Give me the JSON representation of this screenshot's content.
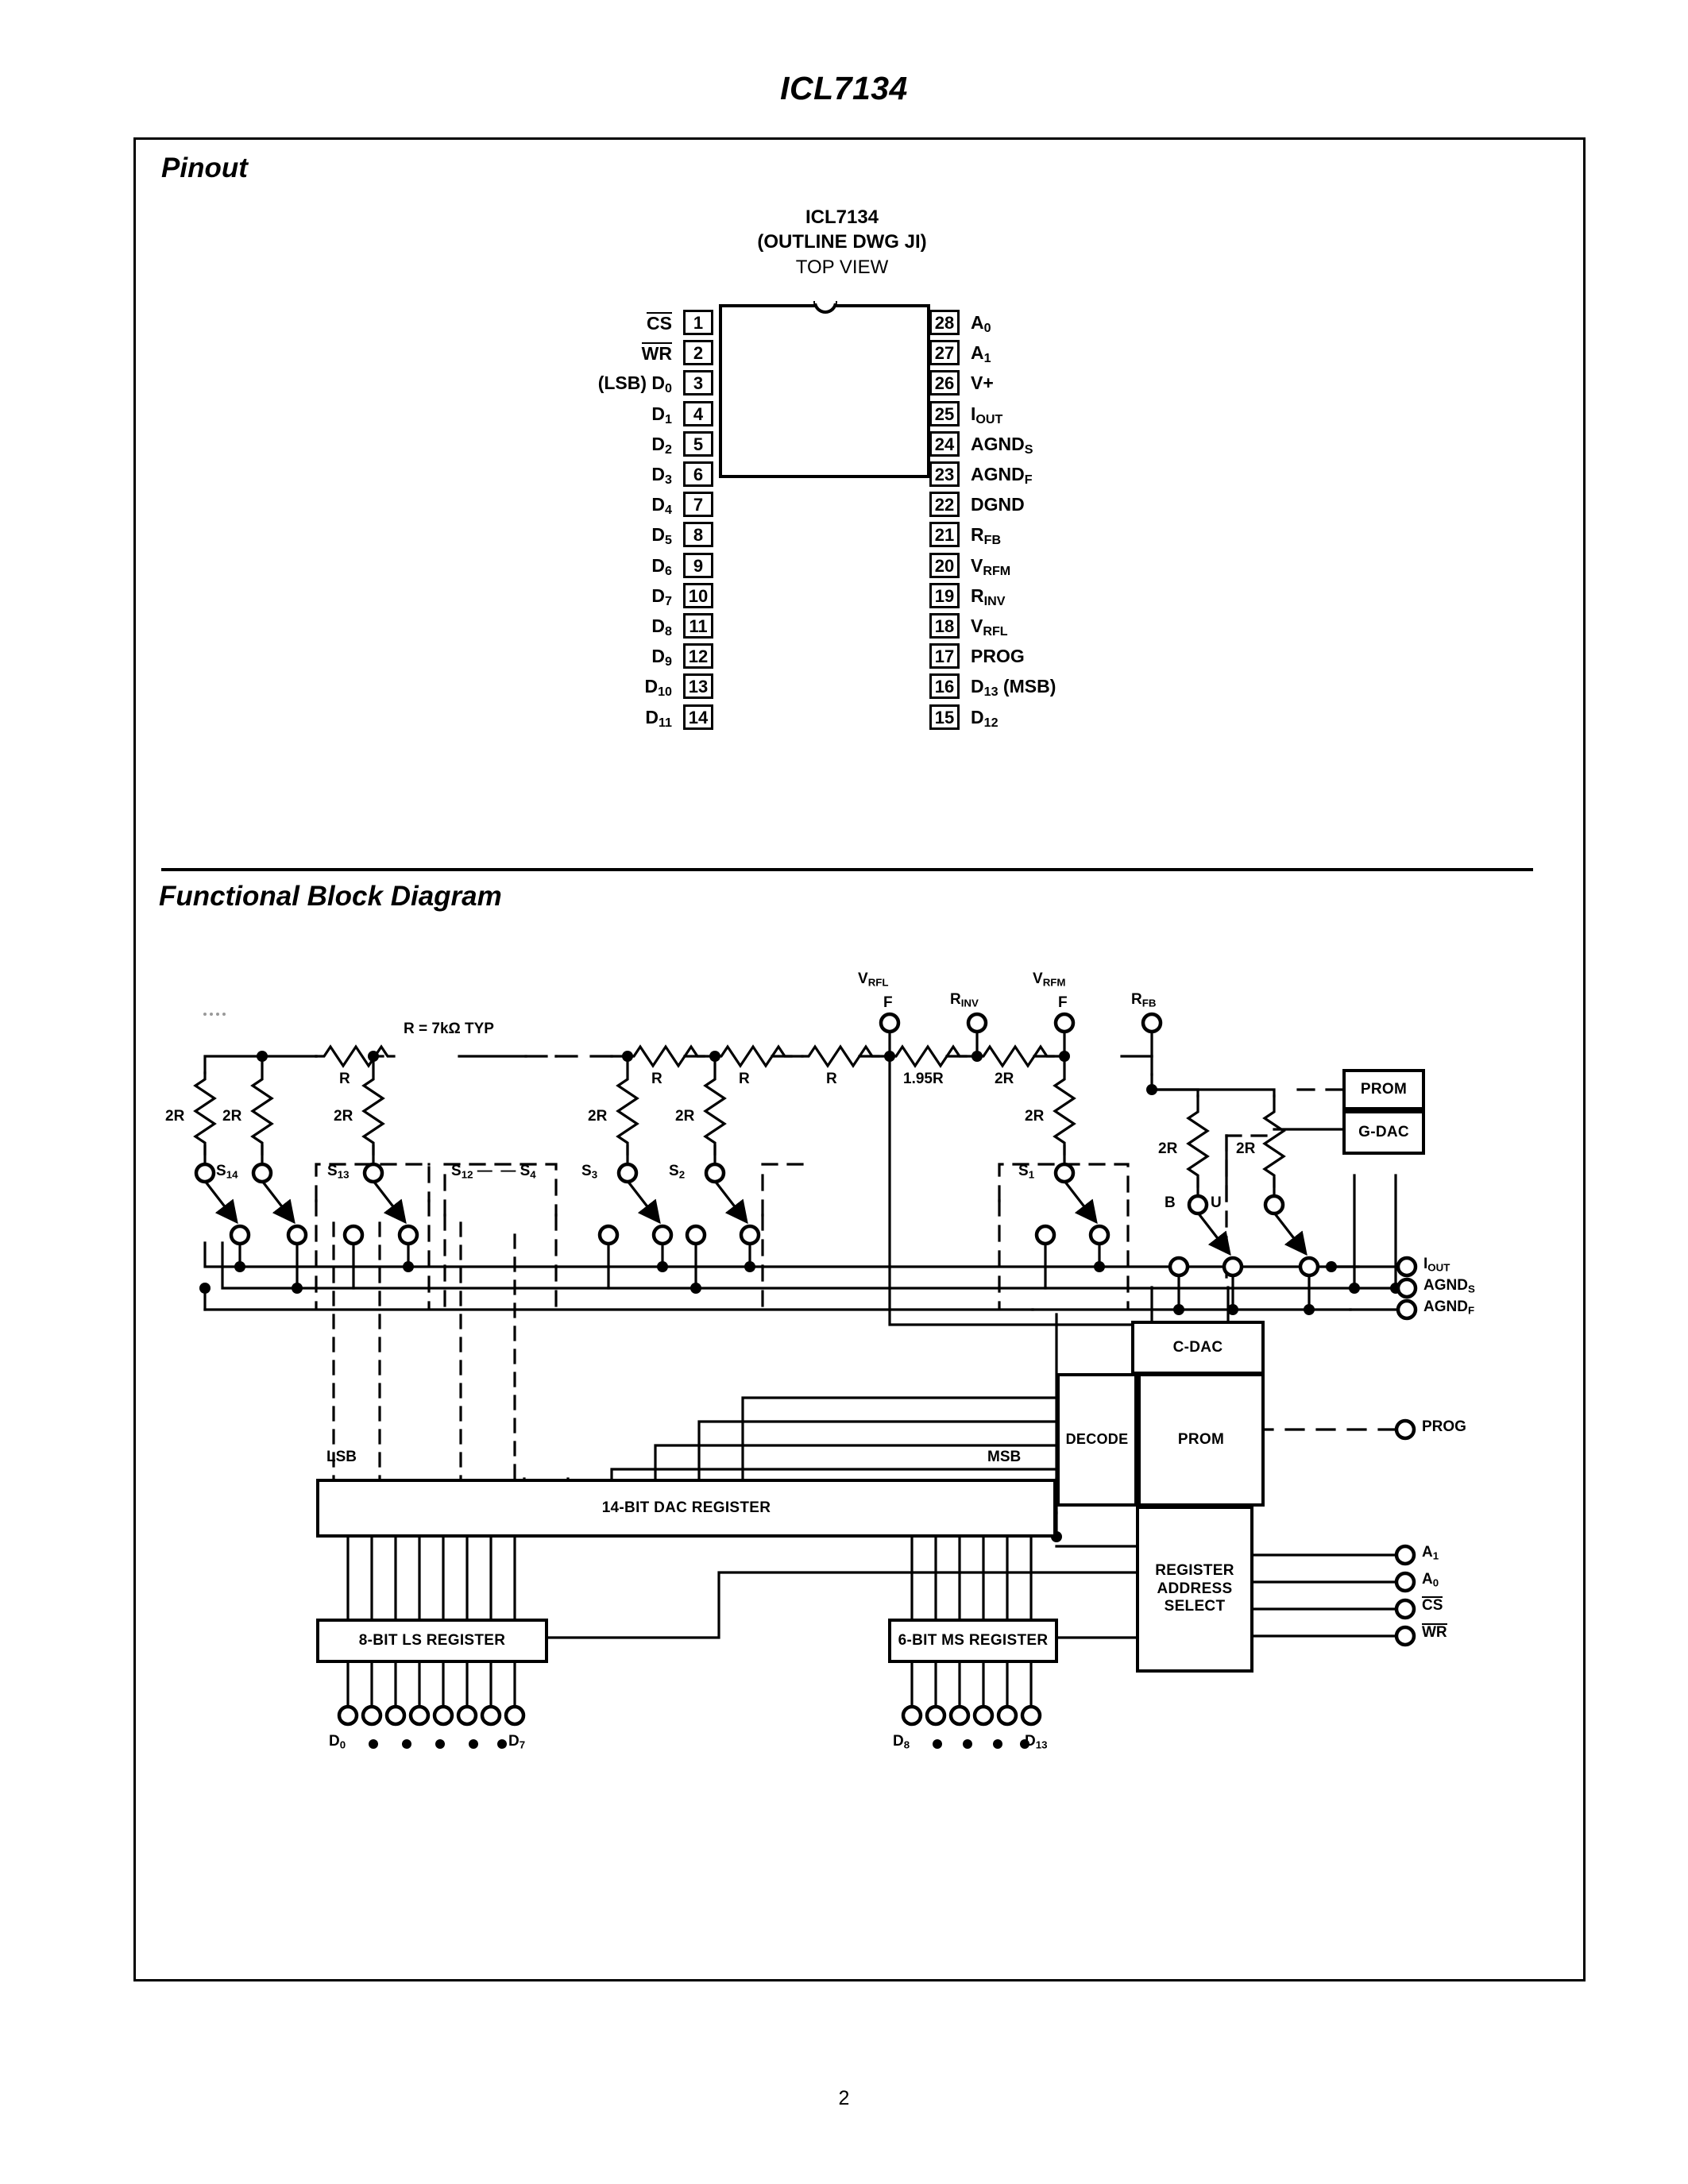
{
  "document": {
    "part_title": "ICL7134",
    "page_number": "2"
  },
  "sections": {
    "pinout": {
      "heading": "Pinout"
    },
    "block": {
      "heading": "Functional Block Diagram"
    }
  },
  "pinout": {
    "caption_line1": "ICL7134",
    "caption_line2": "(OUTLINE DWG JI)",
    "caption_line3": "TOP VIEW",
    "left_pins": [
      {
        "number": "1",
        "label": "CS",
        "overline": true,
        "prefix": ""
      },
      {
        "number": "2",
        "label": "WR",
        "overline": true,
        "prefix": ""
      },
      {
        "number": "3",
        "label": "D",
        "sub": "0",
        "prefix": "(LSB) "
      },
      {
        "number": "4",
        "label": "D",
        "sub": "1"
      },
      {
        "number": "5",
        "label": "D",
        "sub": "2"
      },
      {
        "number": "6",
        "label": "D",
        "sub": "3"
      },
      {
        "number": "7",
        "label": "D",
        "sub": "4"
      },
      {
        "number": "8",
        "label": "D",
        "sub": "5"
      },
      {
        "number": "9",
        "label": "D",
        "sub": "6"
      },
      {
        "number": "10",
        "label": "D",
        "sub": "7"
      },
      {
        "number": "11",
        "label": "D",
        "sub": "8"
      },
      {
        "number": "12",
        "label": "D",
        "sub": "9"
      },
      {
        "number": "13",
        "label": "D",
        "sub": "10"
      },
      {
        "number": "14",
        "label": "D",
        "sub": "11"
      }
    ],
    "right_pins": [
      {
        "number": "28",
        "label": "A",
        "sub": "0"
      },
      {
        "number": "27",
        "label": "A",
        "sub": "1"
      },
      {
        "number": "26",
        "label": "V+"
      },
      {
        "number": "25",
        "label": "I",
        "sub": "OUT"
      },
      {
        "number": "24",
        "label": "AGND",
        "sub": "S"
      },
      {
        "number": "23",
        "label": "AGND",
        "sub": "F"
      },
      {
        "number": "22",
        "label": "DGND"
      },
      {
        "number": "21",
        "label": "R",
        "sub": "FB"
      },
      {
        "number": "20",
        "label": "V",
        "sub": "RFM"
      },
      {
        "number": "19",
        "label": "R",
        "sub": "INV"
      },
      {
        "number": "18",
        "label": "V",
        "sub": "RFL"
      },
      {
        "number": "17",
        "label": "PROG"
      },
      {
        "number": "16",
        "label": "D",
        "sub": "13",
        "suffix": " (MSB)"
      },
      {
        "number": "15",
        "label": "D",
        "sub": "12"
      }
    ]
  },
  "block_diagram": {
    "ladder_note": "R = 7kΩ TYP",
    "resistors_r": [
      "R",
      "R",
      "R",
      "R"
    ],
    "resistors_2r": [
      "2R",
      "2R",
      "2R",
      "2R",
      "2R",
      "2R",
      "2R",
      "2R"
    ],
    "resistor_195r": "1.95R",
    "switches": [
      "S14",
      "S13",
      "S12",
      "S4",
      "S3",
      "S2",
      "S1"
    ],
    "switch_ellipsis": "S12 —  — S4",
    "bipolar_labels": {
      "b": "B",
      "u": "U"
    },
    "ref_pins": [
      {
        "name": "VRFL",
        "base": "V",
        "sub": "RFL",
        "force": "F"
      },
      {
        "name": "RINV",
        "base": "R",
        "sub": "INV",
        "force": ""
      },
      {
        "name": "VRFM",
        "base": "V",
        "sub": "RFM",
        "force": "F"
      },
      {
        "name": "RFB",
        "base": "R",
        "sub": "FB",
        "force": ""
      }
    ],
    "blocks": {
      "prom_top": "PROM",
      "gdac": "G-DAC",
      "cdac": "C-DAC",
      "decode": "DECODE",
      "prom_main": "PROM",
      "dac_register": "14-BIT DAC REGISTER",
      "ls_register": "8-BIT LS REGISTER",
      "ms_register": "6-BIT MS REGISTER",
      "address_select": "REGISTER\nADDRESS\nSELECT"
    },
    "address_select_lines": [
      "REGISTER",
      "ADDRESS",
      "SELECT"
    ],
    "bit_markers": {
      "lsb": "LSB",
      "msb": "MSB"
    },
    "output_pins": [
      {
        "base": "I",
        "sub": "OUT",
        "overline": false
      },
      {
        "base": "AGND",
        "sub": "S",
        "overline": false
      },
      {
        "base": "AGND",
        "sub": "F",
        "overline": false
      }
    ],
    "prog_pin": "PROG",
    "control_pins": [
      {
        "base": "A",
        "sub": "1",
        "overline": false
      },
      {
        "base": "A",
        "sub": "0",
        "overline": false
      },
      {
        "base": "CS",
        "sub": "",
        "overline": true
      },
      {
        "base": "WR",
        "sub": "",
        "overline": true
      }
    ],
    "ls_data_bus": {
      "first": "D",
      "first_sub": "0",
      "last": "D",
      "last_sub": "7"
    },
    "ms_data_bus": {
      "first": "D",
      "first_sub": "8",
      "last": "D",
      "last_sub": "13"
    }
  },
  "colors": {
    "ink": "#000000",
    "paper": "#ffffff"
  }
}
